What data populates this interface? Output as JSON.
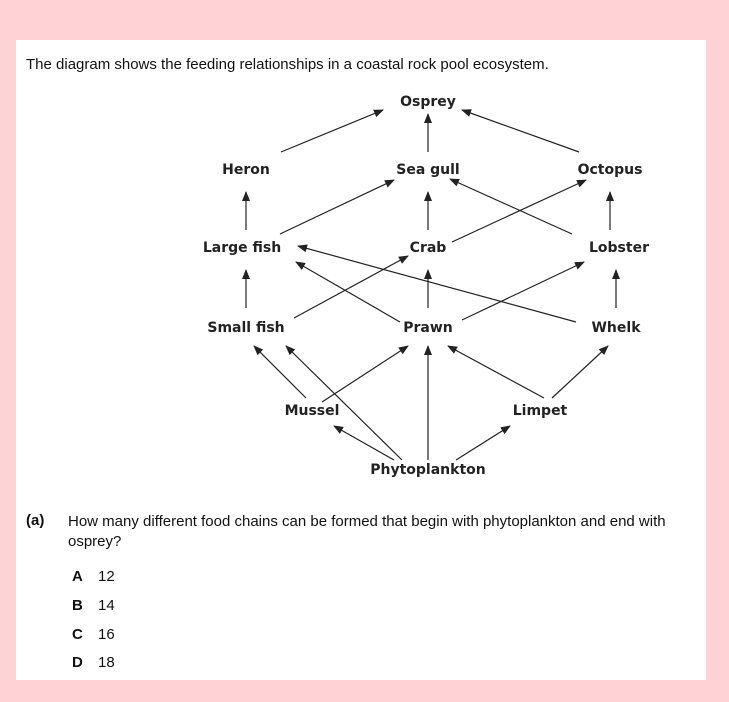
{
  "intro": "The diagram shows the feeding relationships in a coastal rock pool ecosystem.",
  "organisms": {
    "osprey": "Osprey",
    "heron": "Heron",
    "seagull": "Sea gull",
    "octopus": "Octopus",
    "largefish": "Large fish",
    "crab": "Crab",
    "lobster": "Lobster",
    "smallfish": "Small fish",
    "prawn": "Prawn",
    "whelk": "Whelk",
    "mussel": "Mussel",
    "limpet": "Limpet",
    "phyto": "Phytoplankton"
  },
  "question": {
    "label": "(a)",
    "text": "How many different food chains can be formed that begin with phytoplankton and end with osprey?",
    "options": [
      {
        "letter": "A",
        "value": "12"
      },
      {
        "letter": "B",
        "value": "14"
      },
      {
        "letter": "C",
        "value": "16"
      },
      {
        "letter": "D",
        "value": "18"
      }
    ]
  }
}
